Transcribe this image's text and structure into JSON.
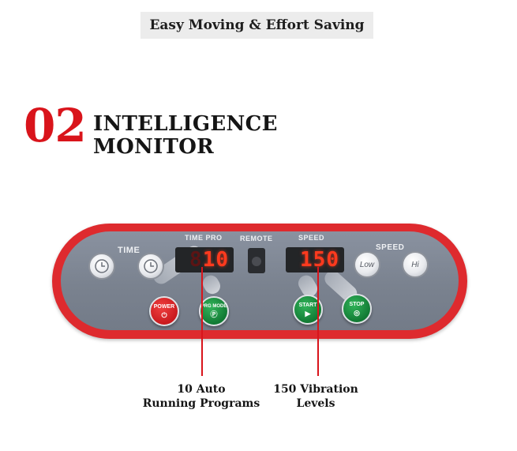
{
  "banner": {
    "text": "Easy Moving & Effort Saving"
  },
  "section": {
    "number": "02",
    "title_line1": "INTELLIGENCE",
    "title_line2": "MONITOR"
  },
  "panel": {
    "labels": {
      "time": "TIME",
      "time_pro": "TIME PRO",
      "remote": "REMOTE",
      "speed_top": "SPEED",
      "speed_right": "SPEED"
    },
    "displays": {
      "time_value": "10",
      "time_ghost": "8",
      "speed_value": "150"
    },
    "buttons": {
      "power": "POWER",
      "prg_mode": "PRG MODE",
      "start": "START",
      "stop": "STOP",
      "speed_low": "Low",
      "speed_hi": "Hi"
    },
    "colors": {
      "frame": "#de2a2e",
      "led": "#ff3a1e",
      "accent": "#d9141b"
    }
  },
  "captions": {
    "programs_line1": "10 Auto",
    "programs_line2": "Running Programs",
    "levels_line1": "150 Vibration",
    "levels_line2": "Levels"
  }
}
